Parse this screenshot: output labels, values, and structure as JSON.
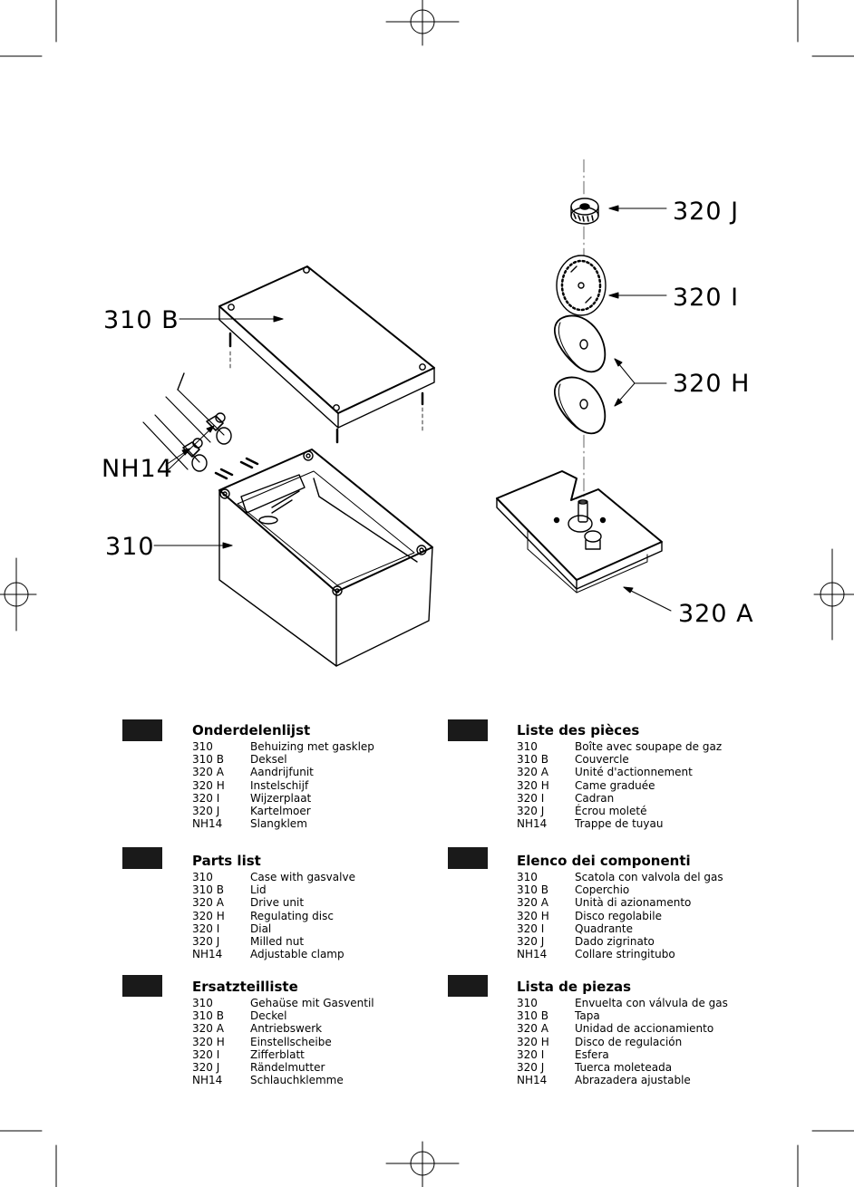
{
  "callouts": {
    "c320j": "320  J",
    "c320i": "320  I",
    "c320h": "320  H",
    "c310b": "310  B",
    "nh14": "NH14",
    "c310": "310",
    "c320a": "320  A"
  },
  "sections": [
    {
      "title": "Onderdelenlijst",
      "rows": [
        {
          "code": "310",
          "name": "Behuizing  met  gasklep"
        },
        {
          "code": "310  B",
          "name": "Deksel"
        },
        {
          "code": "320  A",
          "name": "Aandrijfunit"
        },
        {
          "code": "320  H",
          "name": "Instelschijf"
        },
        {
          "code": "320  I",
          "name": "Wijzerplaat"
        },
        {
          "code": "320  J",
          "name": "Kartelmoer"
        },
        {
          "code": "NH14",
          "name": "Slangklem"
        }
      ]
    },
    {
      "title": "Liste  des  pièces",
      "rows": [
        {
          "code": "310",
          "name": "Boîte  avec  soupape  de  gaz"
        },
        {
          "code": "310  B",
          "name": "Couvercle"
        },
        {
          "code": "320  A",
          "name": "Unité  d'actionnement"
        },
        {
          "code": "320  H",
          "name": "Came  graduée"
        },
        {
          "code": "320  I",
          "name": "Cadran"
        },
        {
          "code": "320  J",
          "name": "Écrou  moleté"
        },
        {
          "code": "NH14",
          "name": "Trappe  de  tuyau"
        }
      ]
    },
    {
      "title": "Parts  list",
      "rows": [
        {
          "code": "310",
          "name": "Case  with  gasvalve"
        },
        {
          "code": "310  B",
          "name": "Lid"
        },
        {
          "code": "320  A",
          "name": "Drive  unit"
        },
        {
          "code": "320  H",
          "name": "Regulating  disc"
        },
        {
          "code": "320  I",
          "name": "Dial"
        },
        {
          "code": "320  J",
          "name": "Milled  nut"
        },
        {
          "code": "NH14",
          "name": "Adjustable  clamp"
        }
      ]
    },
    {
      "title": "Elenco  dei  componenti",
      "rows": [
        {
          "code": "310",
          "name": "Scatola  con  valvola  del  gas"
        },
        {
          "code": "310  B",
          "name": "Coperchio"
        },
        {
          "code": "320  A",
          "name": "Unità  di  azionamento"
        },
        {
          "code": "320  H",
          "name": "Disco  regolabile"
        },
        {
          "code": "320  I",
          "name": "Quadrante"
        },
        {
          "code": "320  J",
          "name": "Dado  zigrinato"
        },
        {
          "code": "NH14",
          "name": "Collare  stringitubo"
        }
      ]
    },
    {
      "title": "Ersatzteilliste",
      "rows": [
        {
          "code": "310",
          "name": "Gehaüse  mit  Gasventil"
        },
        {
          "code": "310  B",
          "name": "Deckel"
        },
        {
          "code": "320  A",
          "name": "Antriebswerk"
        },
        {
          "code": "320  H",
          "name": "Einstellscheibe"
        },
        {
          "code": "320  I",
          "name": "Zifferblatt"
        },
        {
          "code": "320  J",
          "name": "Rändelmutter"
        },
        {
          "code": "NH14",
          "name": "Schlauchklemme"
        }
      ]
    },
    {
      "title": "Lista  de  piezas",
      "rows": [
        {
          "code": "310",
          "name": "Envuelta  con  válvula  de  gas"
        },
        {
          "code": "310  B",
          "name": "Tapa"
        },
        {
          "code": "320  A",
          "name": "Unidad  de  accionamiento"
        },
        {
          "code": "320  H",
          "name": "Disco  de  regulación"
        },
        {
          "code": "320  I",
          "name": "Esfera"
        },
        {
          "code": "320  J",
          "name": "Tuerca  moleteada"
        },
        {
          "code": "NH14",
          "name": "Abrazadera  ajustable"
        }
      ]
    }
  ]
}
